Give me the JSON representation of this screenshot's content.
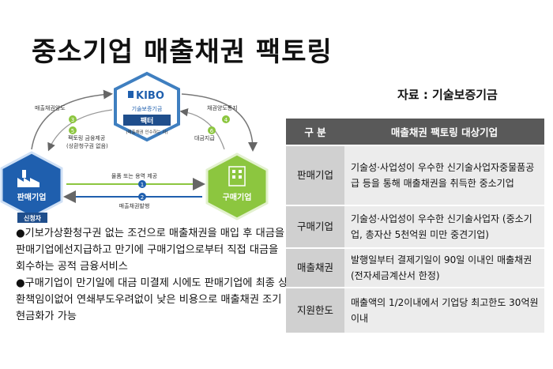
{
  "title": "중소기업 매출채권 팩토링",
  "source": "자료 : 기술보증기금",
  "diagram": {
    "kibo_logo": "KIBO",
    "kibo_name": "기술보증기금",
    "factor_label": "팩터",
    "factor_sub": "(매출채권 인수하는 자)",
    "seller_label": "판매기업",
    "seller_badge": "신청자",
    "buyer_label": "구매기업",
    "step1": "물품 또는 용역 제공",
    "step2": "매출채권발행",
    "step3": "매출채권양도",
    "step4": "채권양도통지",
    "step5_line1": "팩토링 금융제공",
    "step5_line2": "(상환청구권 없음)",
    "step6": "대금지급",
    "n1": "1",
    "n2": "2",
    "n3": "3",
    "n4": "4",
    "n5": "5",
    "n6": "6"
  },
  "bullets": [
    "●기보가상환청구권 없는 조건으로 매출채권을 매입 후 대금을 판매기업에선지급하고 만기에 구매기업으로부터 직접 대금을 회수하는 공적 금융서비스",
    "●구매기업이 만기일에 대금 미결제 시에도 판매기업에 최종 상환책임이없어 연쇄부도우려없이 낮은 비용으로 매출채권 조기 현금화가 가능"
  ],
  "table": {
    "header": [
      "구 분",
      "매출채권 팩토링 대상기업"
    ],
    "rows": [
      {
        "label": "판매기업",
        "text": "기술성·사업성이 우수한 신기술사업자중물품공급 등을 통해 매출채권을 취득한 중소기업"
      },
      {
        "label": "구매기업",
        "text": "기술성·사업성이 우수한 신기술사업자 (중소기업, 총자산 5천억원 미만 중견기업)"
      },
      {
        "label": "매출채권",
        "text": "발행일부터 결제기일이 90일 이내인 매출채권 (전자세금계산서 한정)"
      },
      {
        "label": "지원한도",
        "text": "매출액의 1/2이내에서 기업당 최고한도 30억원 이내"
      }
    ]
  },
  "colors": {
    "seller": "#1f5fae",
    "buyer": "#8cc63f",
    "kibo_border": "#3f7fc0",
    "badge": "#1f4e8c",
    "table_header": "#595959"
  }
}
